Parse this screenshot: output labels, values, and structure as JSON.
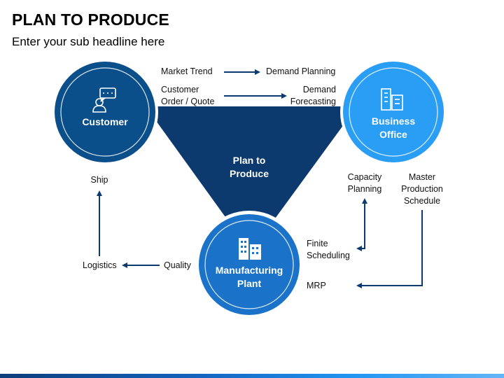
{
  "header": {
    "title": "PLAN TO PRODUCE",
    "subtitle": "Enter your sub headline here"
  },
  "center": {
    "line1": "Plan to",
    "line2": "Produce"
  },
  "nodes": {
    "customer": {
      "label": "Customer",
      "icon": "customer-service-icon",
      "color": "#0b4f8a"
    },
    "business_office": {
      "line1": "Business",
      "line2": "Office",
      "icon": "office-building-icon",
      "color": "#2a9df4"
    },
    "manufacturing_plant": {
      "line1": "Manufacturing",
      "line2": "Plant",
      "icon": "factory-buildings-icon",
      "color": "#1a73c9"
    }
  },
  "flows": {
    "market_trend": "Market Trend",
    "demand_planning": "Demand Planning",
    "customer_order_1": "Customer",
    "customer_order_2": "Order / Quote",
    "demand_forecasting_1": "Demand",
    "demand_forecasting_2": "Forecasting",
    "ship": "Ship",
    "logistics": "Logistics",
    "quality": "Quality",
    "capacity_planning_1": "Capacity",
    "capacity_planning_2": "Planning",
    "master_schedule_1": "Master",
    "master_schedule_2": "Production",
    "master_schedule_3": "Schedule",
    "finite_scheduling_1": "Finite",
    "finite_scheduling_2": "Scheduling",
    "mrp": "MRP"
  }
}
